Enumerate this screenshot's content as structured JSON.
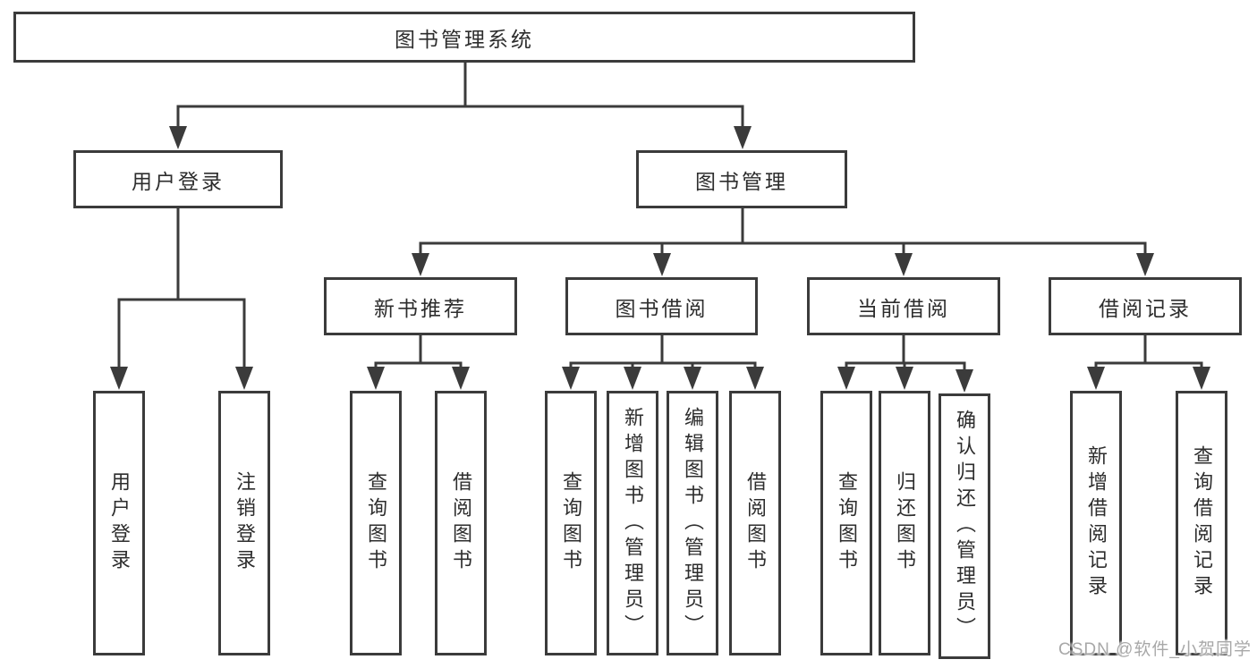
{
  "diagram": {
    "root": "图书管理系统",
    "level2": [
      "用户登录",
      "图书管理"
    ],
    "level3": [
      "新书推荐",
      "图书借阅",
      "当前借阅",
      "借阅记录"
    ],
    "level4": [
      "用户登录",
      "注销登录",
      "查询图书",
      "借阅图书",
      "查询图书",
      "新增图书（管理员）",
      "编辑图书（管理员）",
      "借阅图书",
      "查询图书",
      "归还图书",
      "确认归还（管理员）",
      "新增借阅记录",
      "查询借阅记录"
    ]
  },
  "watermark": "CSDN @软件_小贺同学",
  "colors": {
    "line": "#3b3b3b",
    "text": "#2d2d2d",
    "background": "#ffffff",
    "watermark": "#a8a8a8"
  }
}
